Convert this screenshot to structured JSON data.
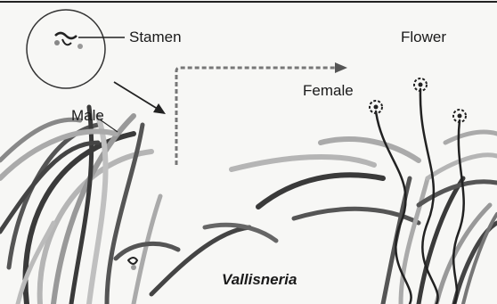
{
  "labels": {
    "stamen": "Stamen",
    "male": "Male",
    "female": "Female",
    "flower": "Flower",
    "title": "Vallisneria"
  },
  "colors": {
    "ink": "#1a1a1a",
    "leaf_dark": "#3a3a3a",
    "leaf_light": "#b5b5b5",
    "background": "#f7f7f5"
  }
}
